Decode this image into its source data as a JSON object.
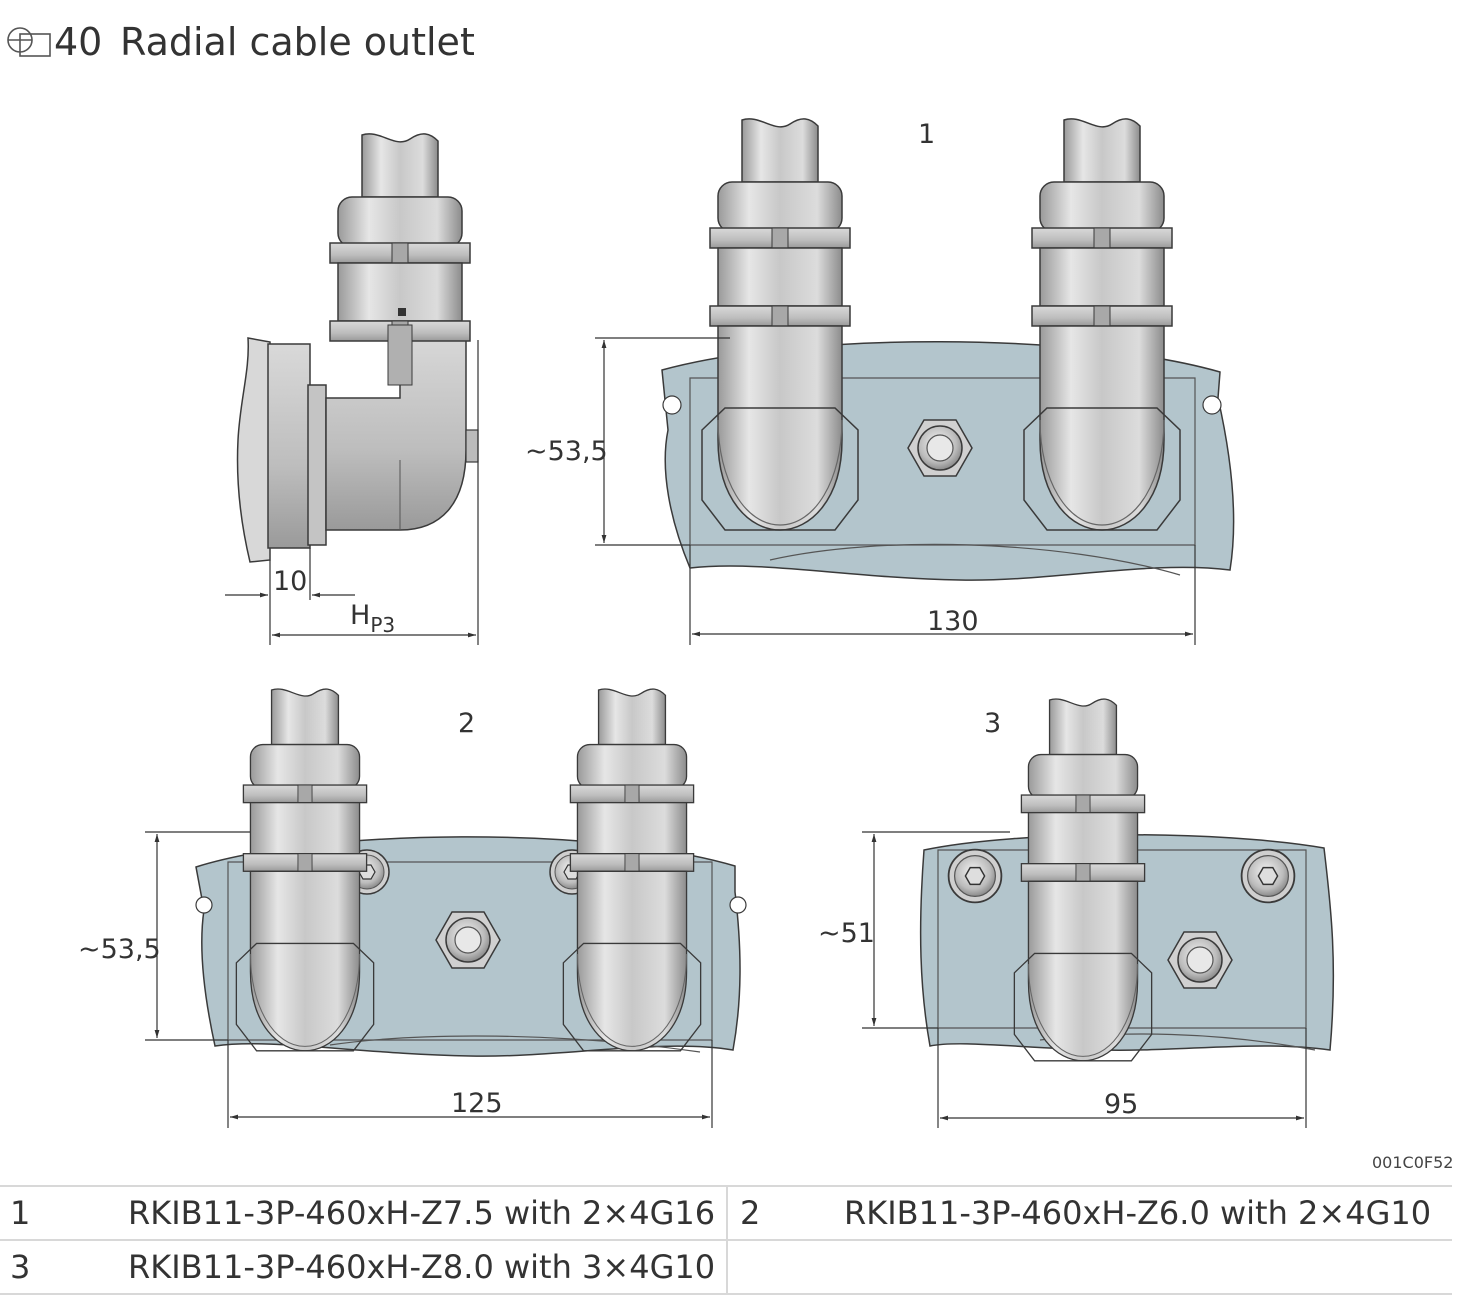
{
  "header": {
    "symbol_number": "40",
    "title": "Radial cable outlet"
  },
  "image_code": "001C0F52",
  "views": {
    "side": {
      "dim_10": "10",
      "dim_h": "H",
      "dim_h_sub": "P3"
    },
    "view1": {
      "callout": "1",
      "dim_height": "~53,5",
      "dim_width": "130"
    },
    "view2": {
      "callout": "2",
      "dim_height": "~53,5",
      "dim_width": "125"
    },
    "view3": {
      "callout": "3",
      "dim_height": "~51",
      "dim_width": "95"
    }
  },
  "legend": {
    "rows": [
      {
        "num_a": "1",
        "desc_a": "RKIB11-3P-460xH-Z7.5 with 2×4G16",
        "num_b": "2",
        "desc_b": "RKIB11-3P-460xH-Z6.0 with 2×4G10"
      },
      {
        "num_a": "3",
        "desc_a": "RKIB11-3P-460xH-Z8.0 with 3×4G10",
        "num_b": "",
        "desc_b": ""
      }
    ]
  },
  "colors": {
    "housing": "#b3c5cc",
    "metal": "#c9c9c9",
    "metal_dark": "#8d8d8d",
    "line": "#3a3a3a"
  }
}
